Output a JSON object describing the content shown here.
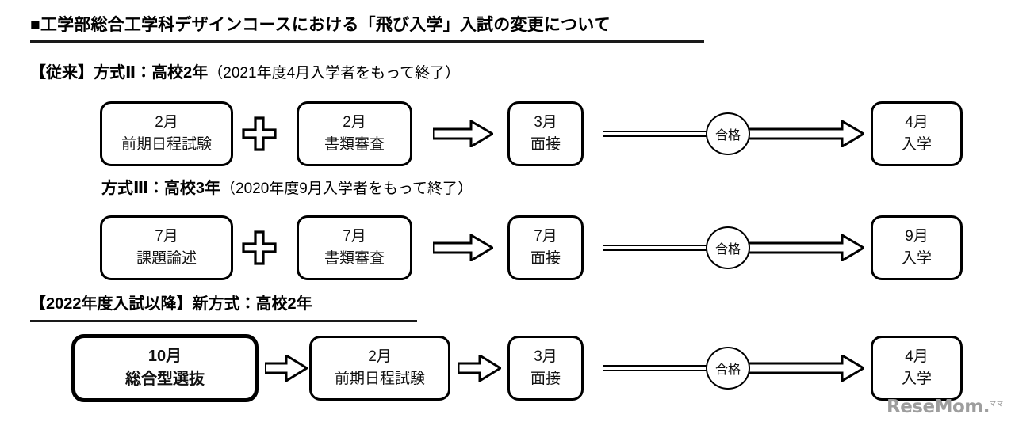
{
  "title": "■工学部総合工学科デザインコースにおける「飛び入学」入試の変更について",
  "watermark": {
    "text": "ReseMom.",
    "sup": "ママ"
  },
  "colors": {
    "ink": "#000000",
    "background": "#ffffff",
    "watermark": "#9e9e9e"
  },
  "sections": [
    {
      "id": "section-1",
      "label": "【従来】方式Ⅱ：高校2年",
      "note": "（2021年度4月入学者をもって終了）",
      "underline": false,
      "steps": [
        {
          "kind": "box",
          "line1": "2月",
          "line2": "前期日程試験",
          "emphasis": false
        },
        {
          "kind": "plus"
        },
        {
          "kind": "box",
          "line1": "2月",
          "line2": "書類審査",
          "emphasis": false
        },
        {
          "kind": "arrow"
        },
        {
          "kind": "box",
          "line1": "3月",
          "line2": "面接",
          "emphasis": false
        },
        {
          "kind": "line"
        },
        {
          "kind": "circle",
          "label": "合格"
        },
        {
          "kind": "arrow"
        },
        {
          "kind": "box",
          "line1": "4月",
          "line2": "入学",
          "emphasis": false
        }
      ]
    },
    {
      "id": "section-2",
      "label": "方式Ⅲ：高校3年",
      "note": "（2020年度9月入学者をもって終了）",
      "underline": false,
      "steps": [
        {
          "kind": "box",
          "line1": "7月",
          "line2": "課題論述",
          "emphasis": false
        },
        {
          "kind": "plus"
        },
        {
          "kind": "box",
          "line1": "7月",
          "line2": "書類審査",
          "emphasis": false
        },
        {
          "kind": "arrow"
        },
        {
          "kind": "box",
          "line1": "7月",
          "line2": "面接",
          "emphasis": false
        },
        {
          "kind": "line"
        },
        {
          "kind": "circle",
          "label": "合格"
        },
        {
          "kind": "arrow"
        },
        {
          "kind": "box",
          "line1": "9月",
          "line2": "入学",
          "emphasis": false
        }
      ]
    },
    {
      "id": "section-3",
      "label": "【2022年度入試以降】新方式：高校2年",
      "note": "",
      "underline": true,
      "steps": [
        {
          "kind": "box",
          "line1": "10月",
          "line2": "総合型選抜",
          "emphasis": true
        },
        {
          "kind": "arrow"
        },
        {
          "kind": "box",
          "line1": "2月",
          "line2": "前期日程試験",
          "emphasis": false
        },
        {
          "kind": "arrow"
        },
        {
          "kind": "box",
          "line1": "3月",
          "line2": "面接",
          "emphasis": false
        },
        {
          "kind": "line"
        },
        {
          "kind": "circle",
          "label": "合格"
        },
        {
          "kind": "arrow"
        },
        {
          "kind": "box",
          "line1": "4月",
          "line2": "入学",
          "emphasis": false
        }
      ]
    }
  ]
}
